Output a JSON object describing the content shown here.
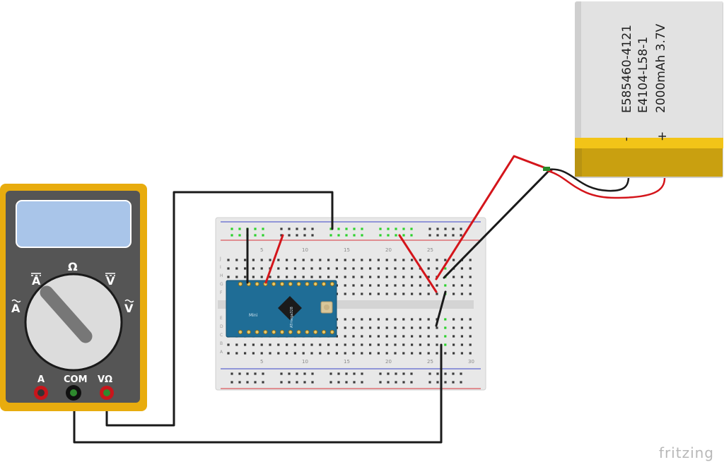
{
  "battery": {
    "line1": "E585460-4121",
    "line2": "E4104-L58-1",
    "line3": "2000mAh 3.7V",
    "minus": "-",
    "plus": "+"
  },
  "multimeter": {
    "omega": "Ω",
    "a_dc": "A",
    "v_dc": "V",
    "a_ac": "A",
    "v_ac": "V",
    "jack_a": "A",
    "jack_com": "COM",
    "jack_v": "VΩ"
  },
  "breadboard": {
    "top_numbers": [
      "5",
      "10",
      "15",
      "20",
      "25"
    ],
    "bottom_numbers": [
      "5",
      "10",
      "15",
      "20",
      "25",
      "30"
    ],
    "rows_left": [
      "A",
      "B",
      "C",
      "D",
      "E",
      "F",
      "G",
      "H",
      "I",
      "J"
    ]
  },
  "arduino": {
    "chip_label": "ATmega328",
    "board_name": "Mini"
  },
  "watermark": "fritzing",
  "colors": {
    "multimeter_body": "#e8ac0e",
    "battery_band": "#f2c418",
    "wire_red": "#d4151b",
    "wire_black": "#1a1a1a",
    "arduino_board": "#1f6d96"
  }
}
